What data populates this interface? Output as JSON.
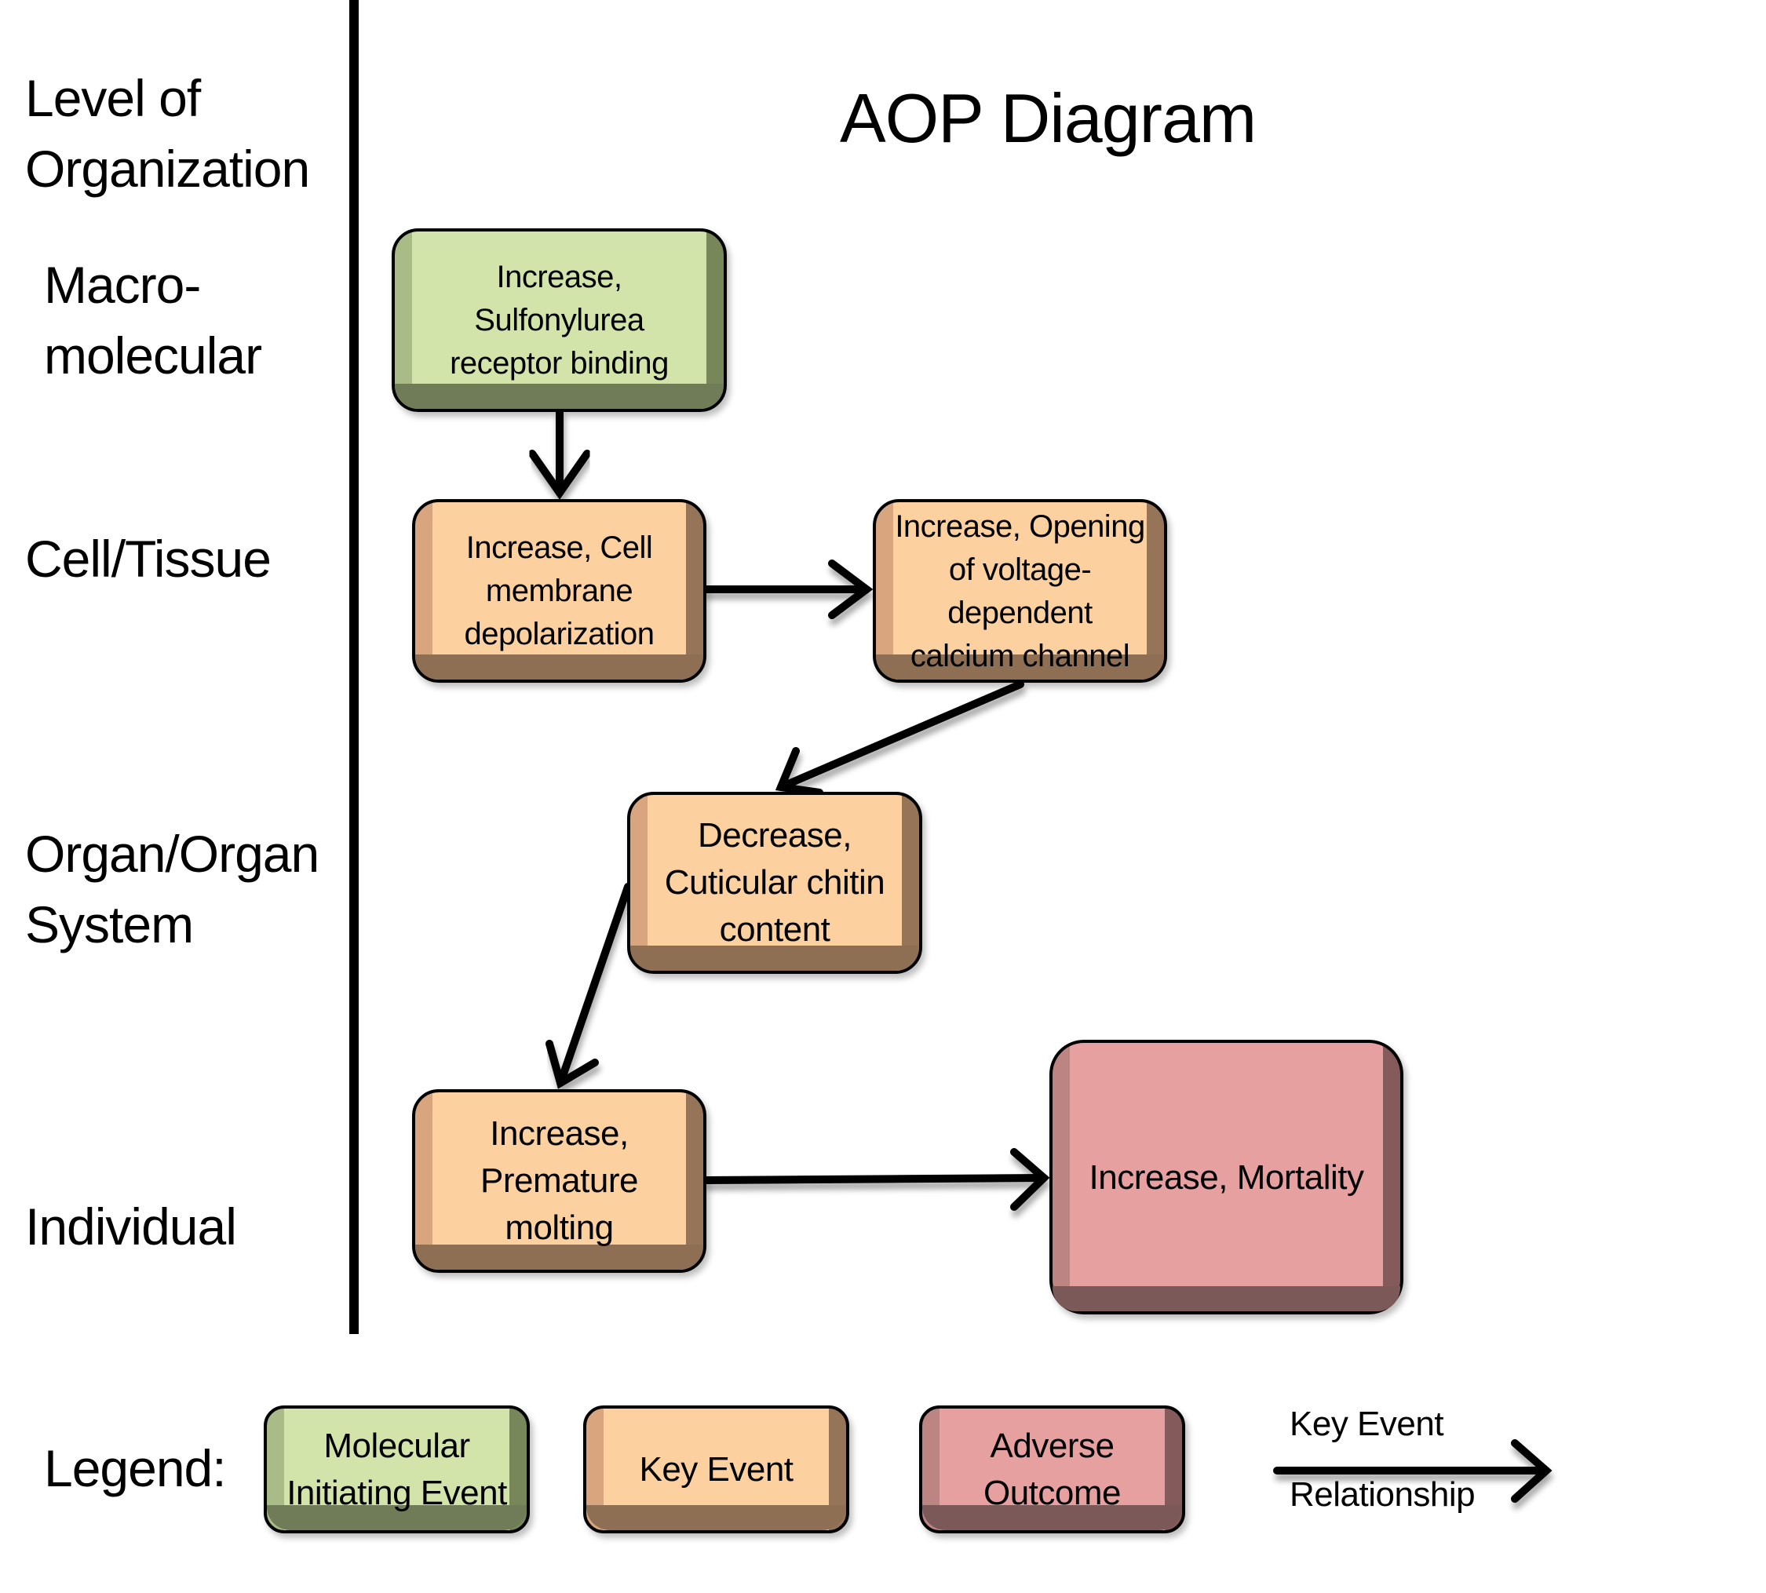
{
  "header": {
    "level_label": "Level of\nOrganization",
    "title": "AOP Diagram"
  },
  "levels": [
    {
      "label": "Macro-\nmolecular"
    },
    {
      "label": "Cell/Tissue"
    },
    {
      "label": "Organ/Organ\nSystem"
    },
    {
      "label": "Individual"
    }
  ],
  "events": [
    {
      "id": "e1",
      "type": "molecular-initiating-event",
      "level": "Macro-molecular",
      "text": "Increase,\nSulfonylurea\nreceptor binding"
    },
    {
      "id": "e2",
      "type": "key-event",
      "level": "Cell/Tissue",
      "text": "Increase, Cell\nmembrane\ndepolarization"
    },
    {
      "id": "e3",
      "type": "key-event",
      "level": "Cell/Tissue",
      "text": "Increase, Opening\nof voltage-\ndependent\ncalcium channel"
    },
    {
      "id": "e4",
      "type": "key-event",
      "level": "Organ/Organ System",
      "text": "Decrease,\nCuticular chitin\ncontent"
    },
    {
      "id": "e5",
      "type": "key-event",
      "level": "Individual",
      "text": "Increase,\nPremature\nmolting"
    },
    {
      "id": "e6",
      "type": "adverse-outcome",
      "level": "Individual",
      "text": "Increase, Mortality"
    }
  ],
  "relationships": [
    {
      "from": "e1",
      "to": "e2"
    },
    {
      "from": "e2",
      "to": "e3"
    },
    {
      "from": "e3",
      "to": "e4"
    },
    {
      "from": "e4",
      "to": "e5"
    },
    {
      "from": "e5",
      "to": "e6"
    }
  ],
  "legend": {
    "label": "Legend:",
    "mie": "Molecular\nInitiating Event",
    "ke": "Key Event",
    "ao": "Adverse\nOutcome",
    "ker_top": "Key Event",
    "ker_bottom": "Relationship"
  },
  "colors": {
    "mie": "#d2e4aa",
    "key_event": "#fdd09f",
    "adverse_outcome": "#e6a0a0"
  }
}
